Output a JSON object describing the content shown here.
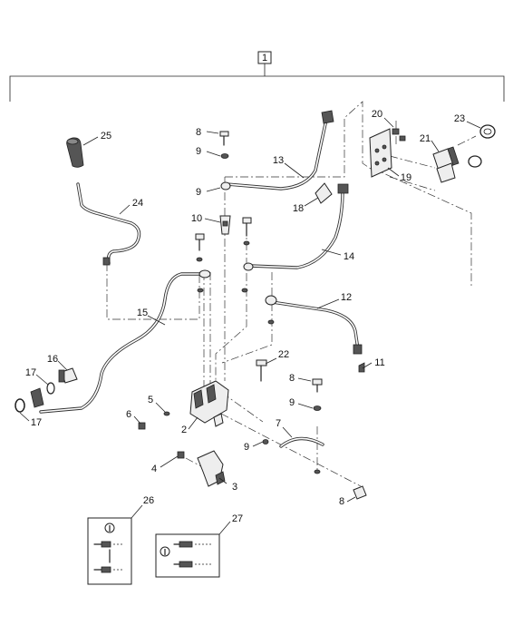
{
  "assembly": {
    "label": "1"
  },
  "callouts": [
    "2",
    "3",
    "4",
    "5",
    "6",
    "7",
    "8",
    "9",
    "10",
    "11",
    "12",
    "13",
    "14",
    "15",
    "16",
    "17",
    "18",
    "19",
    "20",
    "21",
    "22",
    "23",
    "24",
    "25",
    "26",
    "27"
  ],
  "instruction_icon": "info-circle-icon"
}
